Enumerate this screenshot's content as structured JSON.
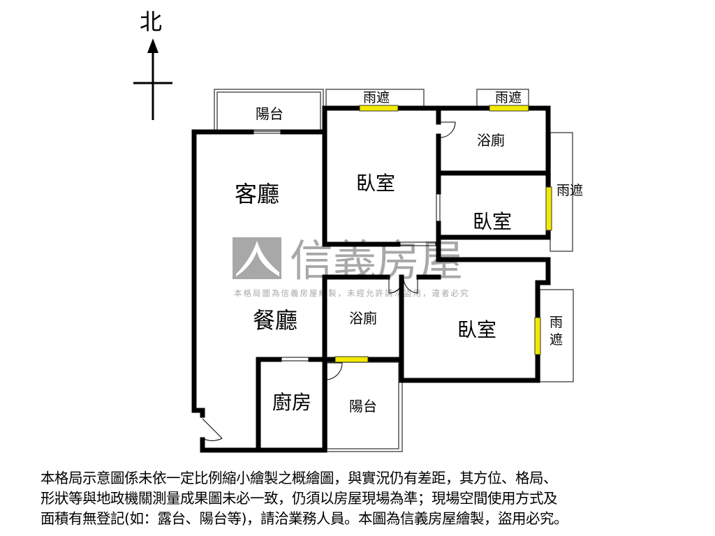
{
  "compass": {
    "label": "北"
  },
  "rooms": {
    "living_room": "客廳",
    "dining_room": "餐廳",
    "bedroom_main": "臥室",
    "bedroom_2": "臥室",
    "bedroom_3": "臥室",
    "bathroom_1": "浴廁",
    "bathroom_2": "浴廁",
    "kitchen": "廚房",
    "balcony_1": "陽台",
    "balcony_2": "陽台",
    "canopy_1": "雨遮",
    "canopy_2": "雨遮",
    "canopy_3": "雨遮",
    "canopy_4_line1": "雨",
    "canopy_4_line2": "遮"
  },
  "watermark": {
    "brand": "信義房屋",
    "notice": "本格局圖為信義房屋繪製，未經允許請勿盜用，違者必究"
  },
  "colors": {
    "wall": "#000000",
    "window": "#f2ea00",
    "watermark": "#9a9a9a"
  },
  "disclaimer": {
    "line1": "本格局示意圖係未依一定比例縮小繪製之概繪圖，與實況仍有差距，其方位、格局、",
    "line2": "形狀等與地政機關測量成果圖未必一致，仍須以房屋現場為準；現場空間使用方式及",
    "line3": "面積有無登記(如：露台、陽台等)，請洽業務人員。本圖為信義房屋繪製，盜用必究。"
  }
}
